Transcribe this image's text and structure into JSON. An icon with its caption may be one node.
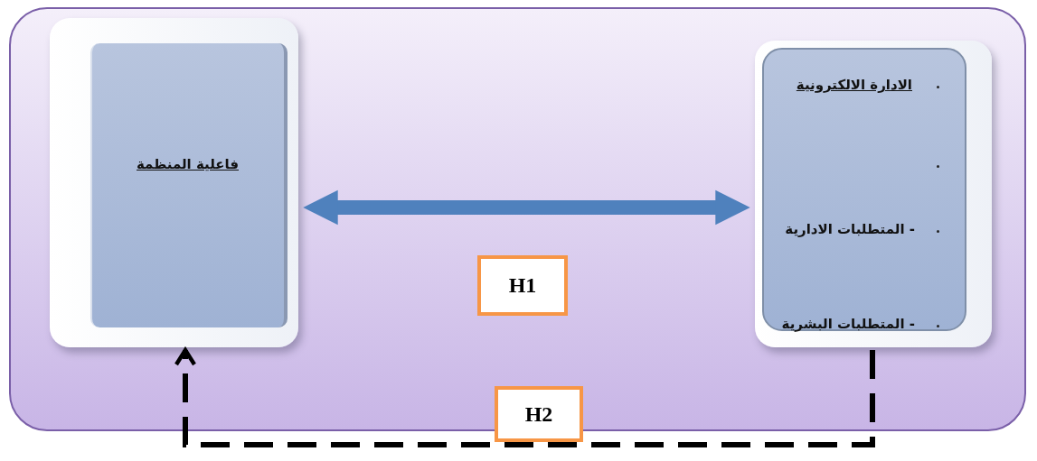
{
  "diagram": {
    "nodes": [
      {
        "text": [],
        "shape": "box"
      },
      {
        "text": [
          "فاعلية المنظمة"
        ],
        "in": 0
      },
      {
        "text": [
          "الادارة الالكترونية",
          "- المتطلبات الادارية",
          "- المتطلبات البشرية"
        ],
        "in": 0
      },
      {
        "text": [
          "H1"
        ],
        "in": 0
      },
      {
        "text": [
          "H2"
        ]
      }
    ],
    "edges": [
      {
        "from": 2,
        "to": 1,
        "arrow": "both",
        "style": "thick",
        "color": "#4f81bd"
      },
      {
        "from": 2,
        "to": 1,
        "arrow": "to",
        "style": "dashed",
        "color": "#000000"
      }
    ]
  }
}
